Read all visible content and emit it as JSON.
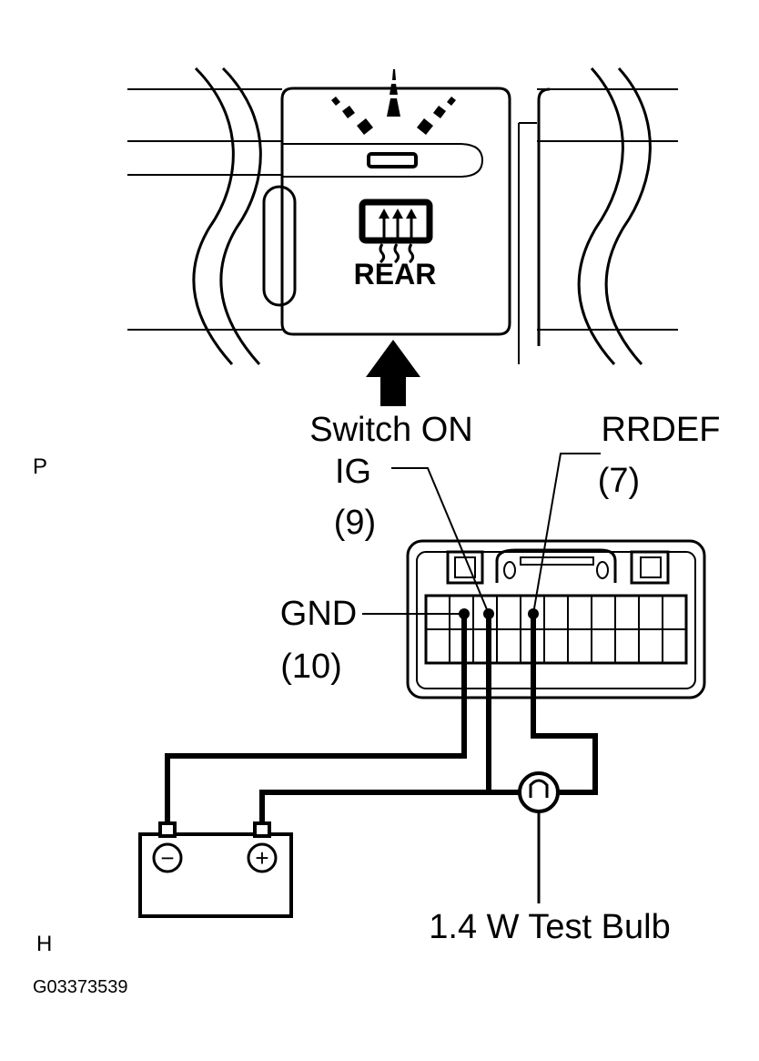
{
  "switch_panel": {
    "label": "REAR",
    "action": "Switch ON"
  },
  "terminals": {
    "ig": {
      "name": "IG",
      "pin": "(9)"
    },
    "rrdef": {
      "name": "RRDEF",
      "pin": "(7)"
    },
    "gnd": {
      "name": "GND",
      "pin": "(10)"
    }
  },
  "test_bulb": "1.4 W Test Bulb",
  "battery": {
    "negative": "−",
    "positive": "+"
  },
  "side_labels": {
    "p": "P",
    "h": "H"
  },
  "figure_code": "G03373539"
}
